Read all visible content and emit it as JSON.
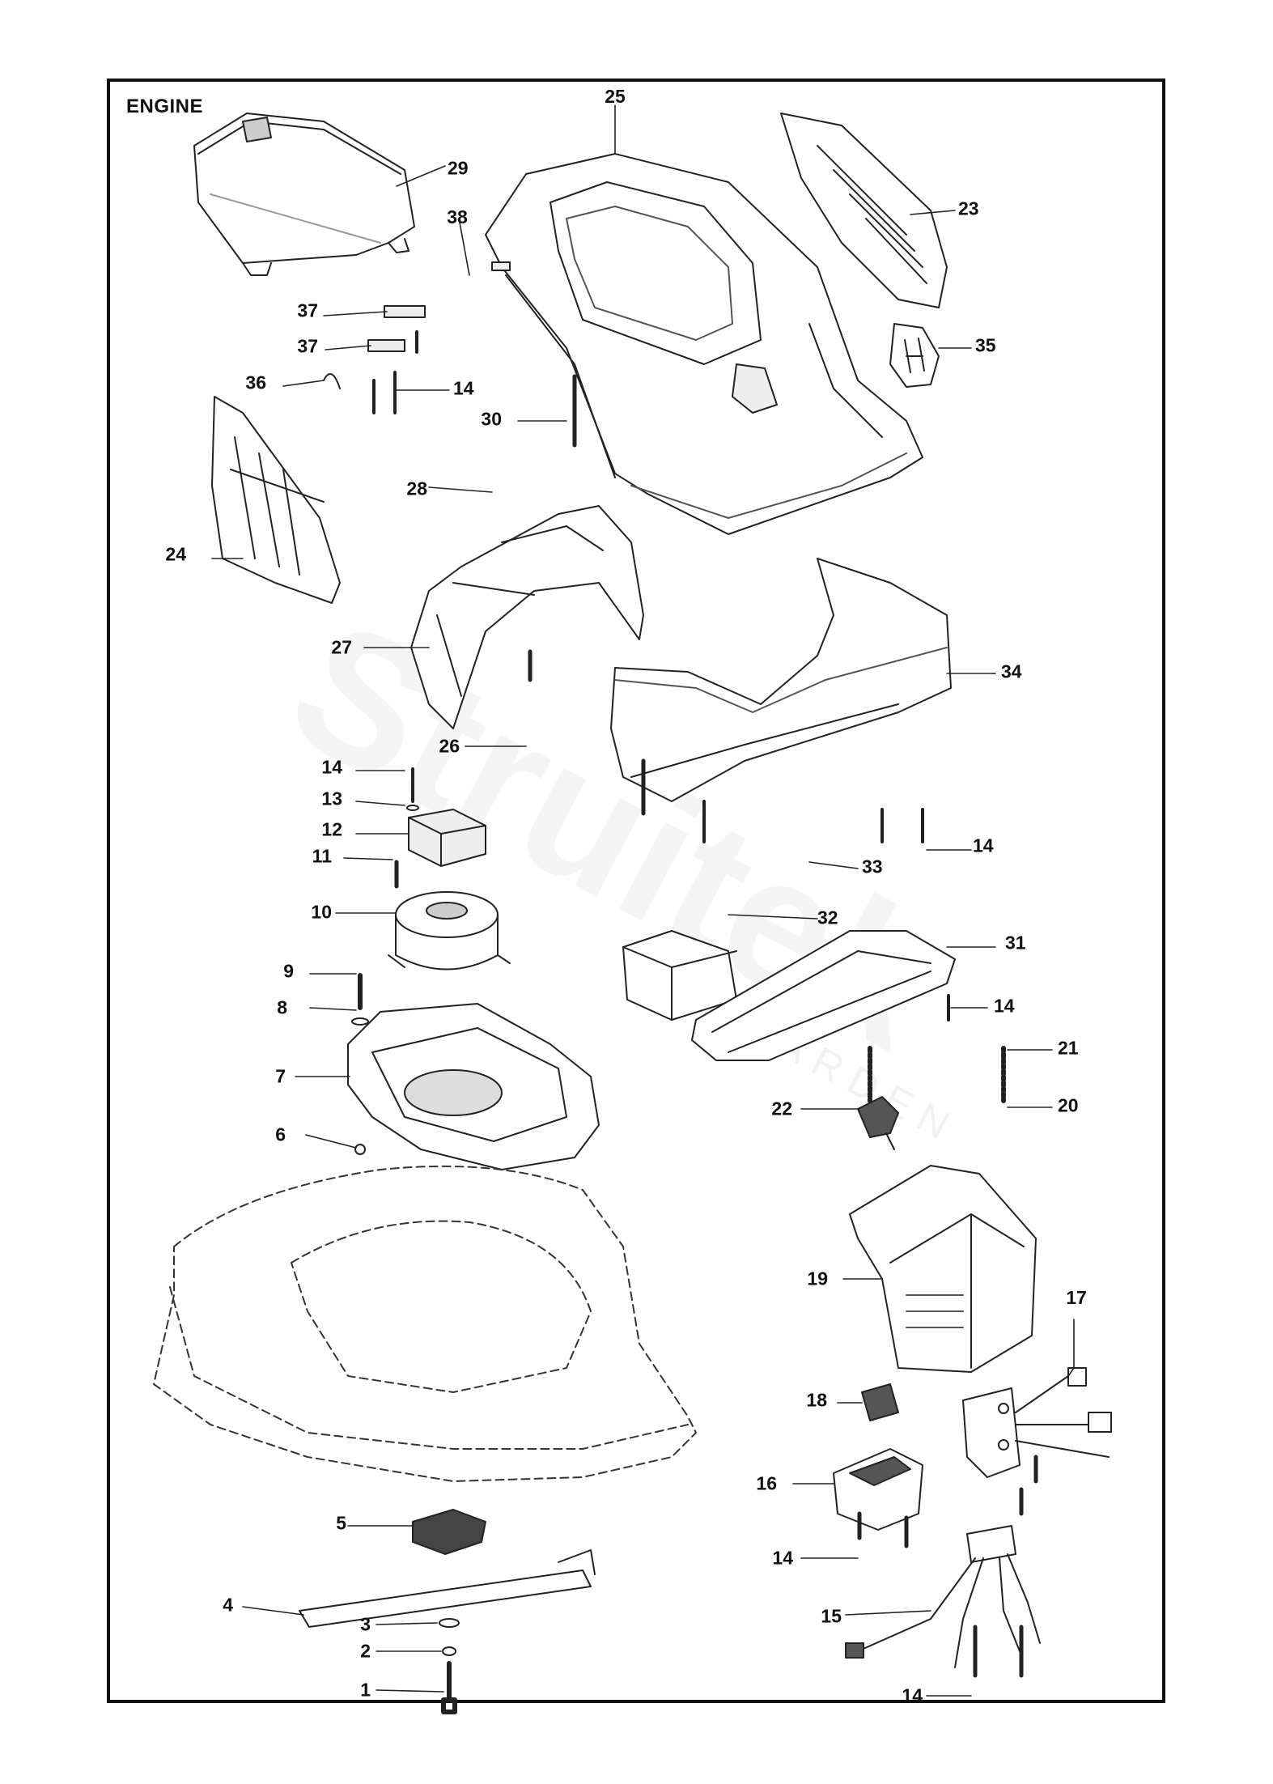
{
  "section_title": "ENGINE",
  "watermark": {
    "brand": "Struitek",
    "sub": "GARDEN"
  },
  "callouts": [
    {
      "id": "c25",
      "num": "25"
    },
    {
      "id": "c29",
      "num": "29"
    },
    {
      "id": "c38",
      "num": "38"
    },
    {
      "id": "c23",
      "num": "23"
    },
    {
      "id": "c37a",
      "num": "37"
    },
    {
      "id": "c37b",
      "num": "37"
    },
    {
      "id": "c36",
      "num": "36"
    },
    {
      "id": "c14a",
      "num": "14"
    },
    {
      "id": "c35",
      "num": "35"
    },
    {
      "id": "c30",
      "num": "30"
    },
    {
      "id": "c28",
      "num": "28"
    },
    {
      "id": "c24",
      "num": "24"
    },
    {
      "id": "c27",
      "num": "27"
    },
    {
      "id": "c34",
      "num": "34"
    },
    {
      "id": "c26",
      "num": "26"
    },
    {
      "id": "c14b",
      "num": "14"
    },
    {
      "id": "c13",
      "num": "13"
    },
    {
      "id": "c12",
      "num": "12"
    },
    {
      "id": "c11",
      "num": "11"
    },
    {
      "id": "c14c",
      "num": "14"
    },
    {
      "id": "c33",
      "num": "33"
    },
    {
      "id": "c10",
      "num": "10"
    },
    {
      "id": "c32",
      "num": "32"
    },
    {
      "id": "c31",
      "num": "31"
    },
    {
      "id": "c9",
      "num": "9"
    },
    {
      "id": "c8",
      "num": "8"
    },
    {
      "id": "c14d",
      "num": "14"
    },
    {
      "id": "c7",
      "num": "7"
    },
    {
      "id": "c21",
      "num": "21"
    },
    {
      "id": "c22",
      "num": "22"
    },
    {
      "id": "c20",
      "num": "20"
    },
    {
      "id": "c6",
      "num": "6"
    },
    {
      "id": "c19",
      "num": "19"
    },
    {
      "id": "c17",
      "num": "17"
    },
    {
      "id": "c18",
      "num": "18"
    },
    {
      "id": "c16",
      "num": "16"
    },
    {
      "id": "c5",
      "num": "5"
    },
    {
      "id": "c14e",
      "num": "14"
    },
    {
      "id": "c4",
      "num": "4"
    },
    {
      "id": "c15",
      "num": "15"
    },
    {
      "id": "c3",
      "num": "3"
    },
    {
      "id": "c2",
      "num": "2"
    },
    {
      "id": "c1",
      "num": "1"
    },
    {
      "id": "c14f",
      "num": "14"
    }
  ]
}
